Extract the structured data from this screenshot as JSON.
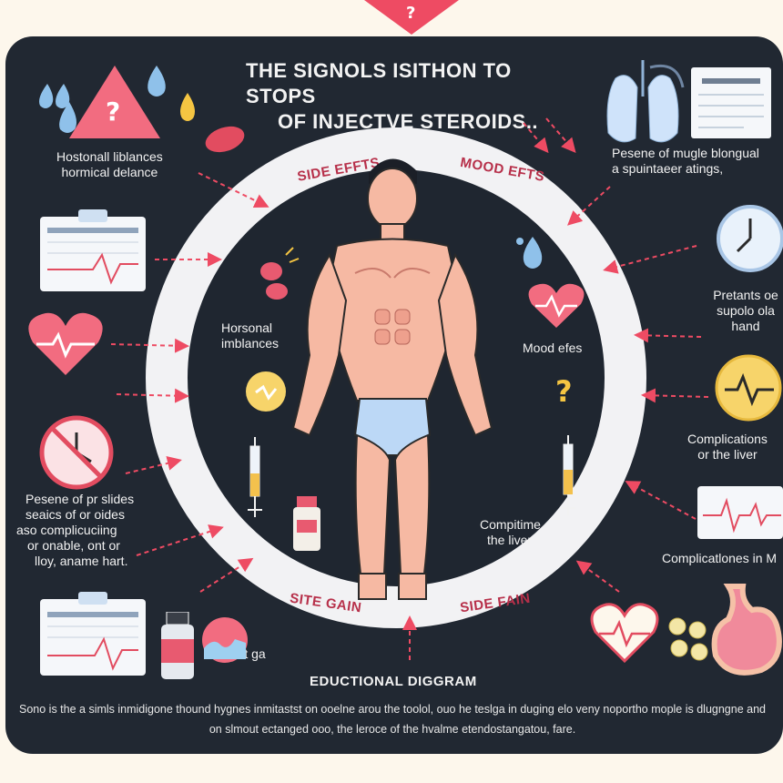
{
  "title_line1": "THE SIGNOLS ISITHON TO STOPS",
  "title_line2": "OF INJECTVE STEROIDS..",
  "ring_labels": {
    "top_left": "SIDE EFFTS",
    "top_right": "MOOD EFTS",
    "bottom_left": "SITE GAIN",
    "bottom_right": "SIDE FAIN"
  },
  "left_labels": {
    "hormonal": [
      "Hostonall liblances",
      "hormical delance"
    ],
    "presence": [
      "Pesene of pr slides",
      "seaics of or oides",
      "aso complicuciing",
      "or onable, ont or",
      "lloy, aname hart."
    ]
  },
  "inner_labels": {
    "hormonal": [
      "Horsonal",
      "imblances"
    ],
    "mood": "Mood efes",
    "liver": [
      "Compitime",
      "the liver"
    ],
    "fat": "Fat ga"
  },
  "right_labels": {
    "muscle": [
      "Pesene of mugle blongual",
      "a spuintaeer atings,"
    ],
    "pretants": [
      "Pretants oe",
      "supolo ola hand"
    ],
    "liver": [
      "Complications",
      "or the liver"
    ],
    "complications": "Complicatlones in M"
  },
  "caption": "EDUCTIONAL DIGGRAM",
  "description": "Sono is the a simls inmidigone thound hygnes inmitastst on ooelne arou the toolol, ouo he teslga in duging elo veny noportho mople is dlugngne and on slmout ectanged ooo, the leroce of the hvalme etendostangatou, fare.",
  "colors": {
    "background": "#fdf7ec",
    "panel": "#212832",
    "accent": "#ee4b63",
    "ring": "#f2f2f4"
  }
}
